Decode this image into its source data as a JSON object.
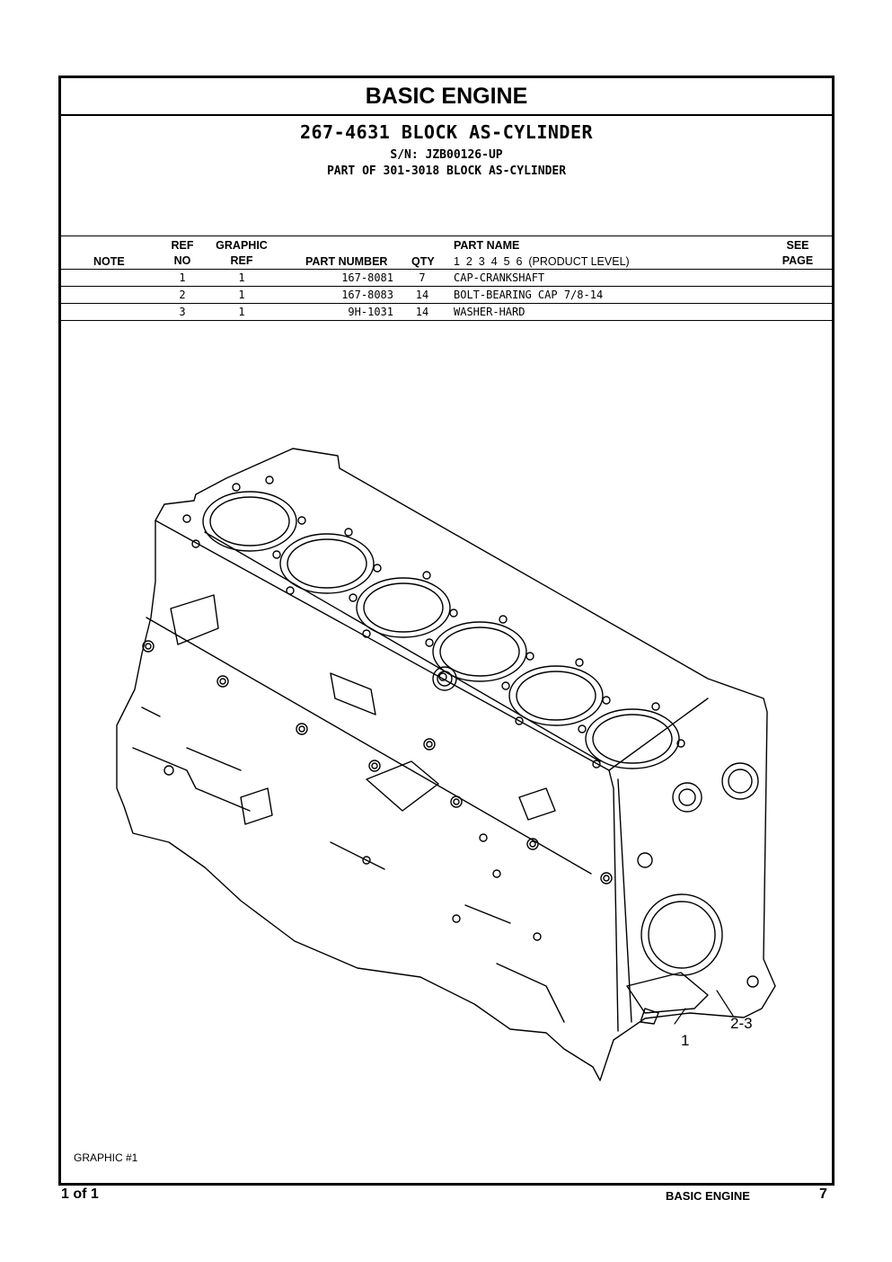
{
  "section_title": "BASIC ENGINE",
  "assembly": {
    "title": "267-4631 BLOCK AS-CYLINDER",
    "serial": "S/N: JZB00126-UP",
    "part_of": "PART OF 301-3018 BLOCK AS-CYLINDER"
  },
  "table": {
    "headers": {
      "note": "NOTE",
      "ref_no_1": "REF",
      "ref_no_2": "NO",
      "graphic_ref_1": "GRAPHIC",
      "graphic_ref_2": "REF",
      "part_number": "PART NUMBER",
      "qty": "QTY",
      "part_name": "PART NAME",
      "product_level": "1  2  3  4  5  6  (PRODUCT LEVEL)",
      "see_page_1": "SEE",
      "see_page_2": "PAGE"
    },
    "rows": [
      {
        "ref": "1",
        "graphic_ref": "1",
        "part_number": "167-8081",
        "qty": "7",
        "name": "CAP-CRANKSHAFT"
      },
      {
        "ref": "2",
        "graphic_ref": "1",
        "part_number": "167-8083",
        "qty": "14",
        "name": "BOLT-BEARING CAP 7/8-14"
      },
      {
        "ref": "3",
        "graphic_ref": "1",
        "part_number": "9H-1031",
        "qty": "14",
        "name": "WASHER-HARD"
      }
    ]
  },
  "illustration": {
    "callouts": {
      "item_1": "1",
      "item_2_3": "2-3"
    },
    "graphic_label": "GRAPHIC #1"
  },
  "footer": {
    "page_count": "1 of 1",
    "section": "BASIC ENGINE",
    "page_number": "7"
  }
}
